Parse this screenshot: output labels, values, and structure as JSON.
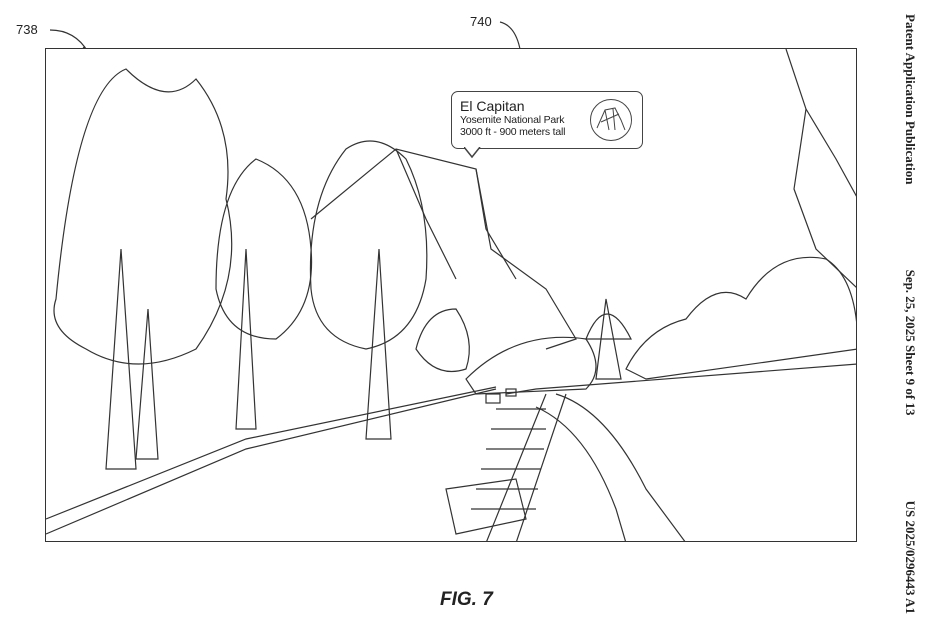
{
  "header": {
    "publication_type": "Patent Application Publication",
    "date_sheet": "Sep. 25, 2025  Sheet 9 of 13",
    "publication_number": "US 2025/0296443 A1"
  },
  "reference_numerals": {
    "figure": "738",
    "callout": "740"
  },
  "callout": {
    "title": "El Capitan",
    "subtitle": "Yosemite National Park",
    "detail": "3000 ft - 900 meters tall",
    "icon": "el-capitan-thumbnail-icon"
  },
  "figure_label": "FIG. 7"
}
